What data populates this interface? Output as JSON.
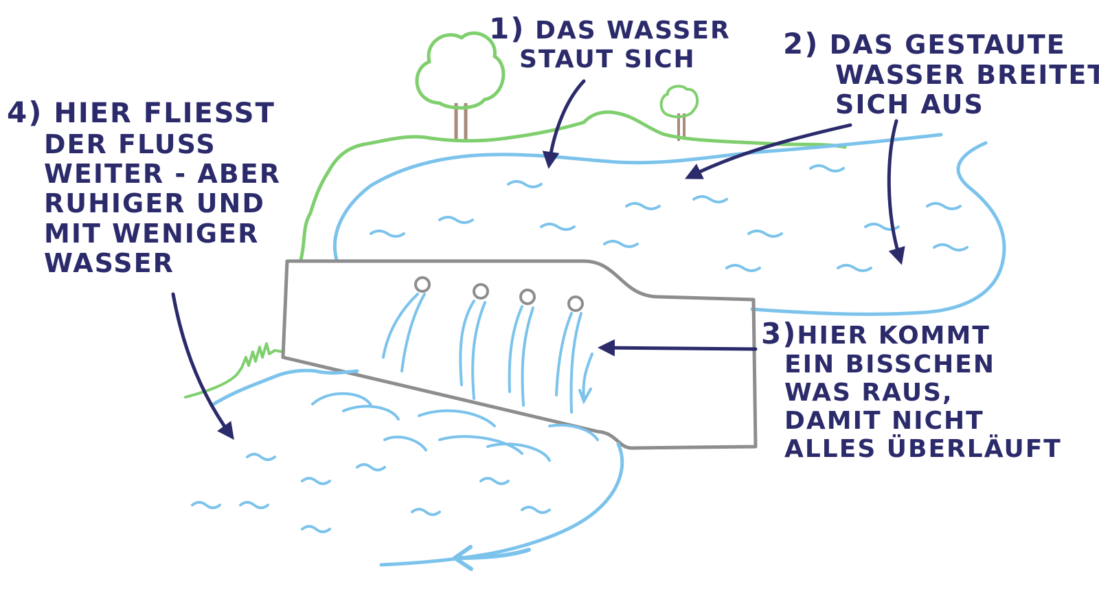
{
  "colors": {
    "water": "#7cc3ec",
    "grass": "#7fcf6e",
    "trunk": "#a98a7c",
    "dam": "#8d8d8d",
    "ink": "#2b2a6b"
  },
  "labels": {
    "label1": {
      "number": "1)",
      "lines": [
        "Das Wasser",
        "staut sich"
      ]
    },
    "label2": {
      "number": "2)",
      "lines": [
        "Das gestaute",
        "Wasser breitet",
        "sich aus"
      ]
    },
    "label3": {
      "number": "3)",
      "lines": [
        "Hier kommt",
        "ein bisschen",
        "was raus,",
        "damit nicht",
        "alles überläuft"
      ]
    },
    "label4": {
      "number": "4)",
      "lines": [
        "Hier fliesst",
        "der Fluss",
        "weiter - aber",
        "ruhiger und",
        "mit weniger",
        "Wasser"
      ]
    }
  }
}
